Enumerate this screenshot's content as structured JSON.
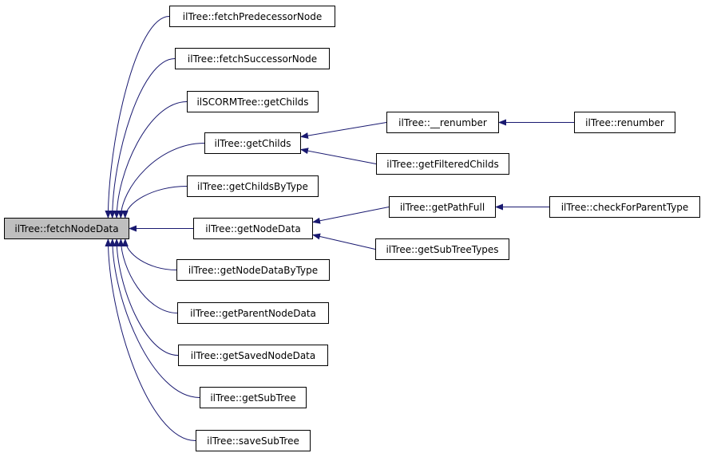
{
  "diagram": {
    "root": "ilTree::fetchNodeData",
    "nodes": {
      "fetchPredecessorNode": "ilTree::fetchPredecessorNode",
      "fetchSuccessorNode": "ilTree::fetchSuccessorNode",
      "scormGetChilds": "ilSCORMTree::getChilds",
      "getChilds": "ilTree::getChilds",
      "getChildsByType": "ilTree::getChildsByType",
      "getNodeData": "ilTree::getNodeData",
      "getNodeDataByType": "ilTree::getNodeDataByType",
      "getParentNodeData": "ilTree::getParentNodeData",
      "getSavedNodeData": "ilTree::getSavedNodeData",
      "getSubTree": "ilTree::getSubTree",
      "saveSubTree": "ilTree::saveSubTree",
      "renumberInner": "ilTree::__renumber",
      "getFilteredChilds": "ilTree::getFilteredChilds",
      "renumber": "ilTree::renumber",
      "getPathFull": "ilTree::getPathFull",
      "getSubTreeTypes": "ilTree::getSubTreeTypes",
      "checkForParentType": "ilTree::checkForParentType"
    },
    "edges": [
      [
        "fetchPredecessorNode",
        "root"
      ],
      [
        "fetchSuccessorNode",
        "root"
      ],
      [
        "scormGetChilds",
        "root"
      ],
      [
        "getChilds",
        "root"
      ],
      [
        "getChildsByType",
        "root"
      ],
      [
        "getNodeData",
        "root"
      ],
      [
        "getNodeDataByType",
        "root"
      ],
      [
        "getParentNodeData",
        "root"
      ],
      [
        "getSavedNodeData",
        "root"
      ],
      [
        "getSubTree",
        "root"
      ],
      [
        "saveSubTree",
        "root"
      ],
      [
        "renumberInner",
        "getChilds"
      ],
      [
        "getFilteredChilds",
        "getChilds"
      ],
      [
        "renumber",
        "renumberInner"
      ],
      [
        "getPathFull",
        "getNodeData"
      ],
      [
        "getSubTreeTypes",
        "getNodeData"
      ],
      [
        "checkForParentType",
        "getPathFull"
      ]
    ],
    "colors": {
      "edge": "#191970",
      "root_fill": "#bfbfbf",
      "node_fill": "#ffffff",
      "border": "#000000"
    }
  }
}
